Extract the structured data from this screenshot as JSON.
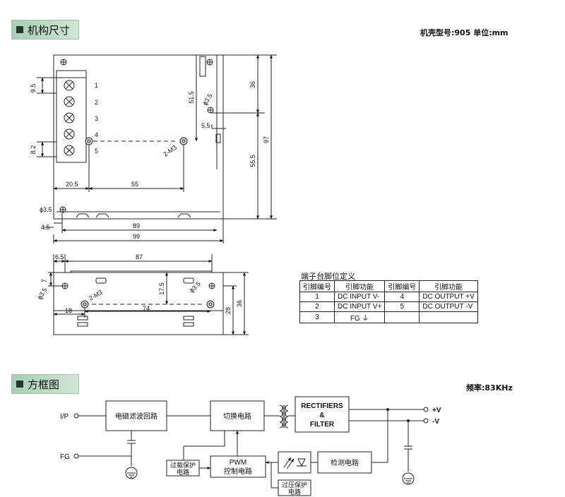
{
  "section_dimensions": {
    "title": "机构尺寸"
  },
  "section_block": {
    "title": "方框图"
  },
  "case_info": "机壳型号:905   单位:mm",
  "frequency": "频率:83KHz",
  "top_view": {
    "terminals": [
      "1",
      "2",
      "3",
      "4",
      "5"
    ],
    "dims": {
      "d95": "9.5",
      "d82": "8.2",
      "d515": "51.5",
      "d35": "ϕ3.5",
      "d55": "5.5",
      "d36": "36",
      "d97": "97",
      "d555": "55.5",
      "d2m3": "2-M3",
      "d205": "20.5",
      "d55b": "55",
      "d35b": "ϕ3.5",
      "d45": "4.5",
      "d89": "89",
      "d99": "99"
    }
  },
  "side_view": {
    "dims": {
      "d65": "6.5",
      "d87": "87",
      "d7": "7",
      "d35a": "ϕ3.5",
      "d2m3": "2-M3",
      "d175": "17.5",
      "d35b": "ϕ3.5",
      "d18": "18",
      "d74": "74",
      "d28": "28",
      "d36": "36"
    }
  },
  "pin_table": {
    "title": "端子台脚位定义",
    "headers": [
      "引脚编号",
      "引脚功能",
      "引脚编号",
      "引脚功能"
    ],
    "rows": [
      [
        "1",
        "DC INPUT V-",
        "4",
        "DC OUTPUT +V"
      ],
      [
        "2",
        "DC INPUT V+",
        "5",
        "DC OUTPUT -V"
      ],
      [
        "3",
        "FG ⏚",
        "",
        ""
      ]
    ]
  },
  "block_diagram": {
    "ip": "I/P",
    "fg": "FG",
    "emi": "电磁滤波回路",
    "switch": "切换电路",
    "rect1": "RECTIFIERS",
    "rect2": "&",
    "rect3": "FILTER",
    "plus_v": "+V",
    "minus_v": "-V",
    "olp1": "过载保护",
    "olp2": "电路",
    "pwm1": "PWM",
    "pwm2": "控制电路",
    "detect": "检测电路",
    "ovp1": "过压保护",
    "ovp2": "电路"
  }
}
